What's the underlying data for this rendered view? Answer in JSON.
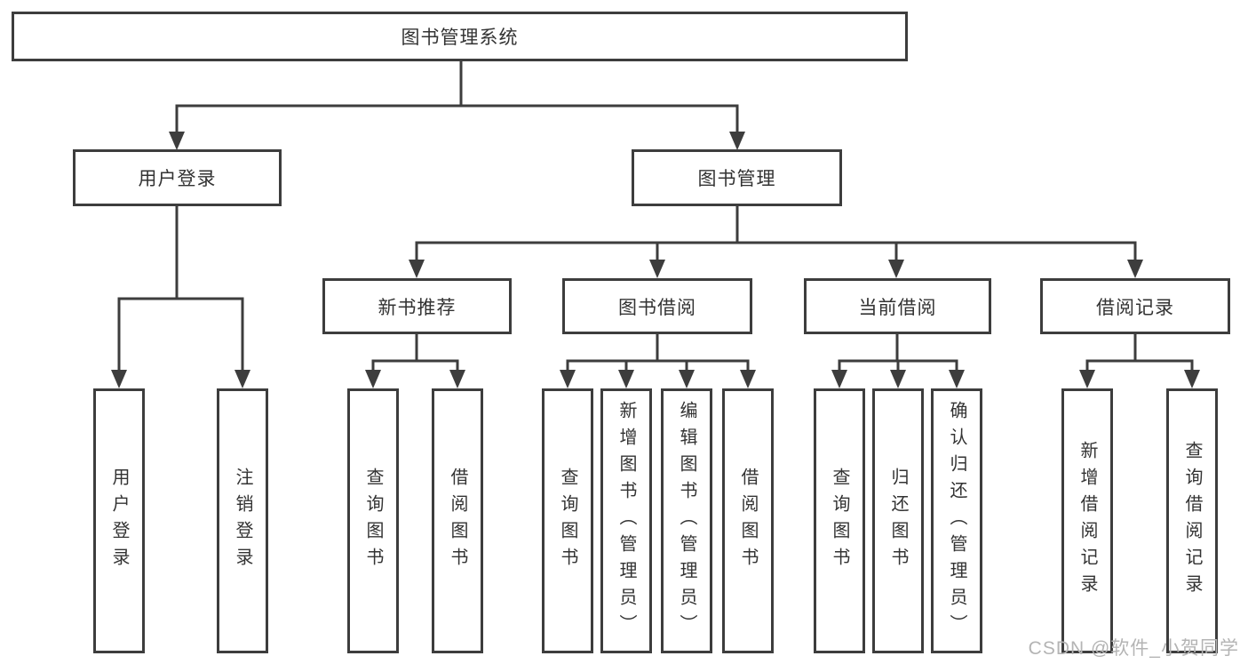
{
  "diagram_type": "hierarchy-tree",
  "colors": {
    "line": "#3d3d3d",
    "box_border": "#3d3d3d",
    "box_fill": "#ffffff",
    "text": "#333333",
    "background": "#ffffff",
    "watermark": "#b4b4b4"
  },
  "tree": {
    "label": "图书管理系统",
    "children": [
      {
        "label": "用户登录",
        "children": [
          {
            "label": "用户登录"
          },
          {
            "label": "注销登录"
          }
        ]
      },
      {
        "label": "图书管理",
        "children": [
          {
            "label": "新书推荐",
            "children": [
              {
                "label": "查询图书"
              },
              {
                "label": "借阅图书"
              }
            ]
          },
          {
            "label": "图书借阅",
            "children": [
              {
                "label": "查询图书"
              },
              {
                "label": "新增图书（管理员）"
              },
              {
                "label": "编辑图书（管理员）"
              },
              {
                "label": "借阅图书"
              }
            ]
          },
          {
            "label": "当前借阅",
            "children": [
              {
                "label": "查询图书"
              },
              {
                "label": "归还图书"
              },
              {
                "label": "确认归还（管理员）"
              }
            ]
          },
          {
            "label": "借阅记录",
            "children": [
              {
                "label": "新增借阅记录"
              },
              {
                "label": "查询借阅记录"
              }
            ]
          }
        ]
      }
    ]
  },
  "watermark": {
    "text": "CSDN @软件_小贺同学"
  }
}
